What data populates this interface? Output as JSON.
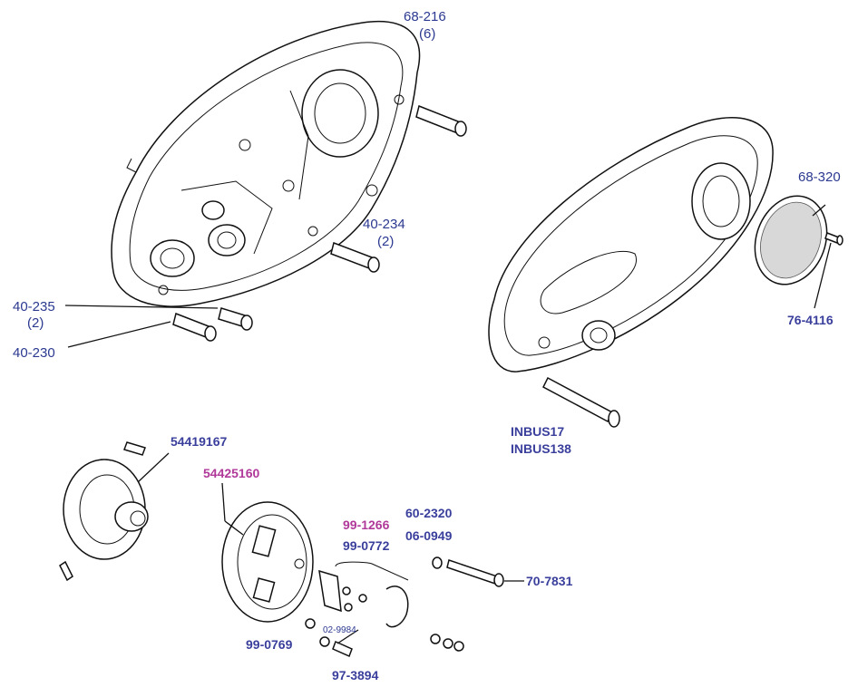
{
  "labels": {
    "p68_216": "68-216",
    "p68_216_qty": "(6)",
    "p40_234": "40-234",
    "p40_234_qty": "(2)",
    "p40_235": "40-235",
    "p40_235_qty": "(2)",
    "p40_230": "40-230",
    "p68_320": "68-320",
    "p76_4116": "76-4116",
    "inbus17": "INBUS17",
    "inbus138": "INBUS138",
    "p54419167": "54419167",
    "p54425160": "54425160",
    "p99_1266": "99-1266",
    "p99_0772": "99-0772",
    "p60_2320": "60-2320",
    "p06_0949": "06-0949",
    "p70_7831": "70-7831",
    "p02_9984": "02-9984",
    "p99_0769": "99-0769",
    "p97_3894": "97-3894"
  },
  "colors": {
    "label": "#2b3990",
    "label_highlight": "#b0399a",
    "line": "#111111"
  }
}
